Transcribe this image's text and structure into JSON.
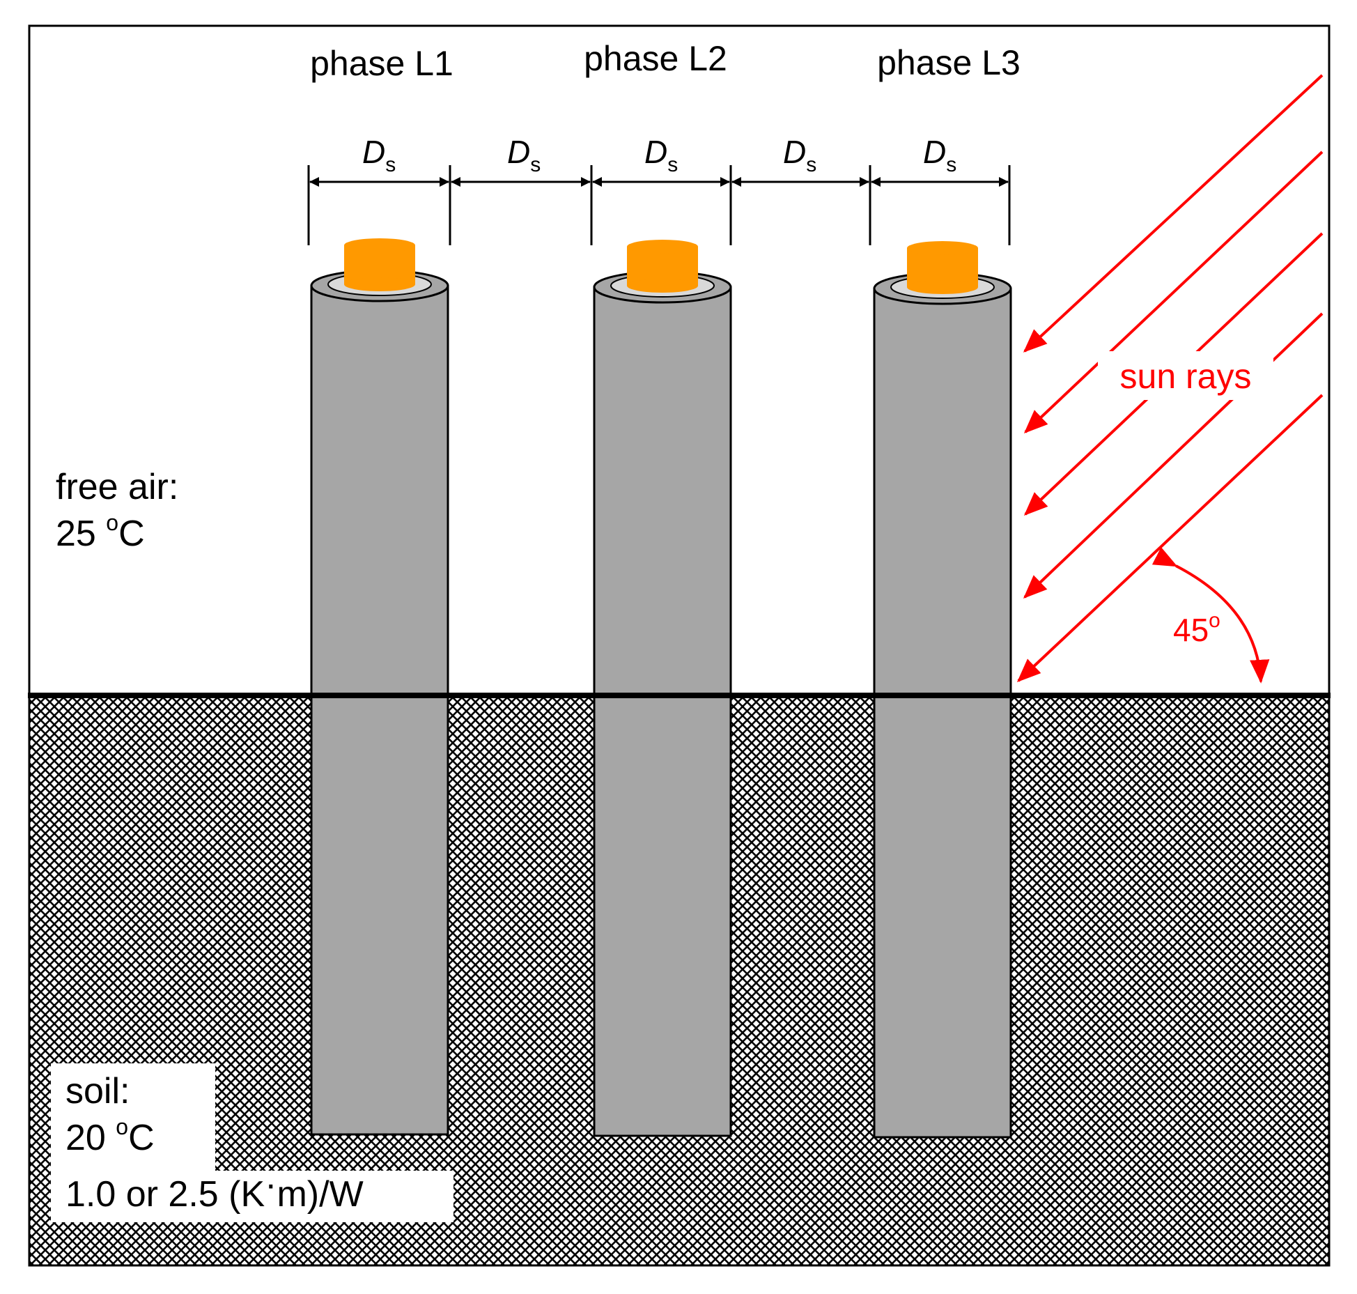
{
  "phases": [
    "phase L1",
    "phase L2",
    "phase L3"
  ],
  "spacing": {
    "symbol": "D",
    "subscript": "s"
  },
  "free_air": {
    "line1": "free air:",
    "value": "25",
    "unit_sup": "o",
    "unit": "C"
  },
  "soil": {
    "line1": "soil:",
    "value": "20",
    "unit_sup": "o",
    "unit": "C",
    "resistivity_a": "1.0 or 2.5 (K",
    "resistivity_dot": "·",
    "resistivity_b": "m)/W"
  },
  "sun": {
    "label": "sun rays",
    "angle": "45",
    "angle_sup": "o"
  },
  "colors": {
    "cable_sheath": "#a6a6a6",
    "conductor": "#ff9900",
    "sun_rays": "#ff0000",
    "outline": "#000000"
  }
}
